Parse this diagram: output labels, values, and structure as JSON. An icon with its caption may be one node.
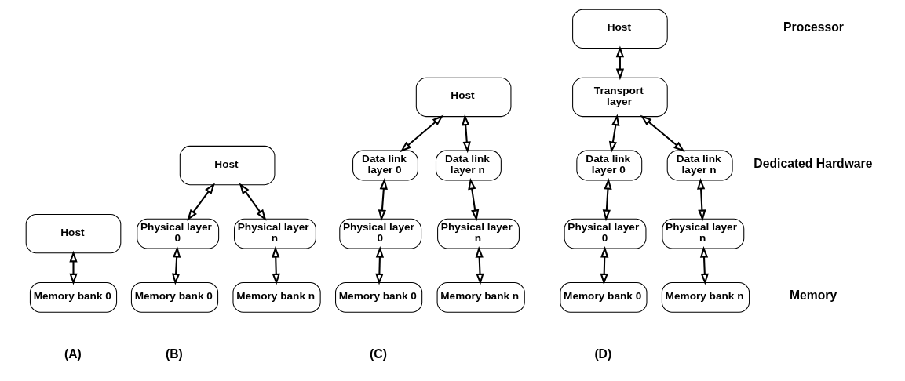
{
  "diagram": {
    "nodes": [
      {
        "text": [
          "Host"
        ]
      },
      {
        "text": [
          "Memory bank 0"
        ]
      },
      {
        "text": [
          "Host"
        ]
      },
      {
        "text": [
          "Physical layer 0"
        ]
      },
      {
        "text": [
          "Physical layer n"
        ]
      },
      {
        "text": [
          "Memory bank 0"
        ]
      },
      {
        "text": [
          "Memory bank n"
        ]
      },
      {
        "text": [
          "Host"
        ]
      },
      {
        "text": [
          "Data link layer 0"
        ]
      },
      {
        "text": [
          "Data link layer n"
        ]
      },
      {
        "text": [
          "Physical layer 0"
        ]
      },
      {
        "text": [
          "Physical layer n"
        ]
      },
      {
        "text": [
          "Memory bank 0"
        ]
      },
      {
        "text": [
          "Memory bank n"
        ]
      },
      {
        "text": [
          "Host"
        ]
      },
      {
        "text": [
          "Transport layer"
        ]
      },
      {
        "text": [
          "Data link layer 0"
        ]
      },
      {
        "text": [
          "Data link layer n"
        ]
      },
      {
        "text": [
          "Physical layer 0"
        ]
      },
      {
        "text": [
          "Physical layer n"
        ]
      },
      {
        "text": [
          "Memory bank 0"
        ]
      },
      {
        "text": [
          "Memory bank n"
        ]
      }
    ],
    "edges": [
      {
        "from": 0,
        "to": 1,
        "arrow": "both"
      },
      {
        "from": 2,
        "to": 3,
        "arrow": "both"
      },
      {
        "from": 2,
        "to": 4,
        "arrow": "both"
      },
      {
        "from": 3,
        "to": 5,
        "arrow": "both"
      },
      {
        "from": 4,
        "to": 6,
        "arrow": "both"
      },
      {
        "from": 7,
        "to": 8,
        "arrow": "both"
      },
      {
        "from": 7,
        "to": 9,
        "arrow": "both"
      },
      {
        "from": 8,
        "to": 10,
        "arrow": "both"
      },
      {
        "from": 9,
        "to": 11,
        "arrow": "both"
      },
      {
        "from": 10,
        "to": 12,
        "arrow": "both"
      },
      {
        "from": 11,
        "to": 13,
        "arrow": "both"
      },
      {
        "from": 14,
        "to": 15,
        "arrow": "both"
      },
      {
        "from": 15,
        "to": 16,
        "arrow": "both"
      },
      {
        "from": 15,
        "to": 17,
        "arrow": "both"
      },
      {
        "from": 16,
        "to": 18,
        "arrow": "both"
      },
      {
        "from": 17,
        "to": 19,
        "arrow": "both"
      },
      {
        "from": 18,
        "to": 20,
        "arrow": "both"
      },
      {
        "from": 19,
        "to": 21,
        "arrow": "both"
      }
    ],
    "labels": [
      "Processor",
      "Dedicated Hardware",
      "Memory",
      "(A)",
      "(B)",
      "(C)",
      "(D)"
    ]
  }
}
